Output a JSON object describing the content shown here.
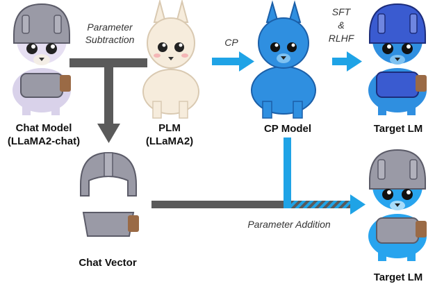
{
  "nodes": {
    "chat_model": {
      "line1": "Chat Model",
      "line2": "(LLaMA2-chat)"
    },
    "plm": {
      "line1": "PLM",
      "line2": "(LLaMA2)"
    },
    "cp_model": {
      "label": "CP Model"
    },
    "target_lm_top": {
      "label": "Target LM"
    },
    "chat_vector": {
      "label": "Chat Vector"
    },
    "target_lm_bottom": {
      "label": "Target LM"
    }
  },
  "edges": {
    "parameter_subtraction": {
      "line1": "Parameter",
      "line2": "Subtraction"
    },
    "cp": {
      "label": "CP"
    },
    "sft_rlhf": {
      "line1": "SFT",
      "line2": "&",
      "line3": "RLHF"
    },
    "parameter_addition": {
      "label": "Parameter Addition"
    }
  },
  "colors": {
    "blue": "#1fa3e6",
    "gray": "#5a5a5a",
    "armor": "#9a9aa6",
    "armor_dark": "#5b5b68",
    "wool_white": "#f6ecdc",
    "wool_blue": "#2f8fe0",
    "target_blue": "#28a4ee"
  }
}
